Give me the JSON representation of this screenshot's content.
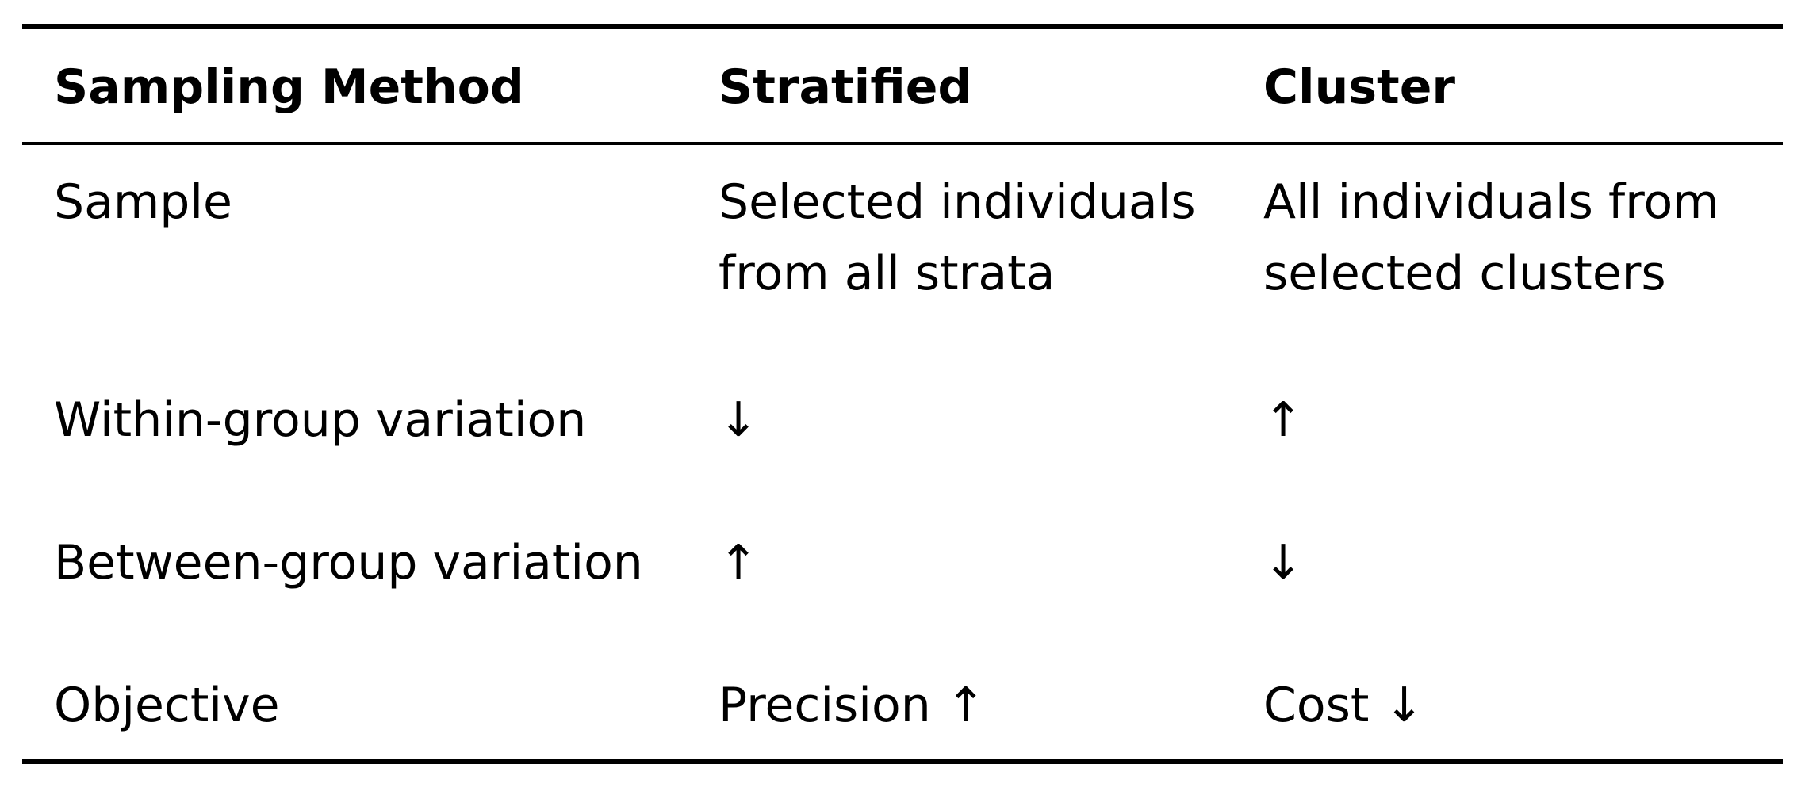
{
  "table": {
    "headers": [
      "Sampling Method",
      "Stratified",
      "Cluster"
    ],
    "rows": [
      {
        "label": "Sample",
        "stratified": [
          "Selected individuals",
          "from all strata"
        ],
        "cluster": [
          "All individuals from",
          "selected clusters"
        ]
      },
      {
        "label": "Within-group variation",
        "stratified": "↓",
        "cluster": "↑"
      },
      {
        "label": "Between-group variation",
        "stratified": "↑",
        "cluster": "↓"
      },
      {
        "label": "Objective",
        "stratified": "Precision ↑",
        "cluster": "Cost ↓"
      }
    ]
  }
}
